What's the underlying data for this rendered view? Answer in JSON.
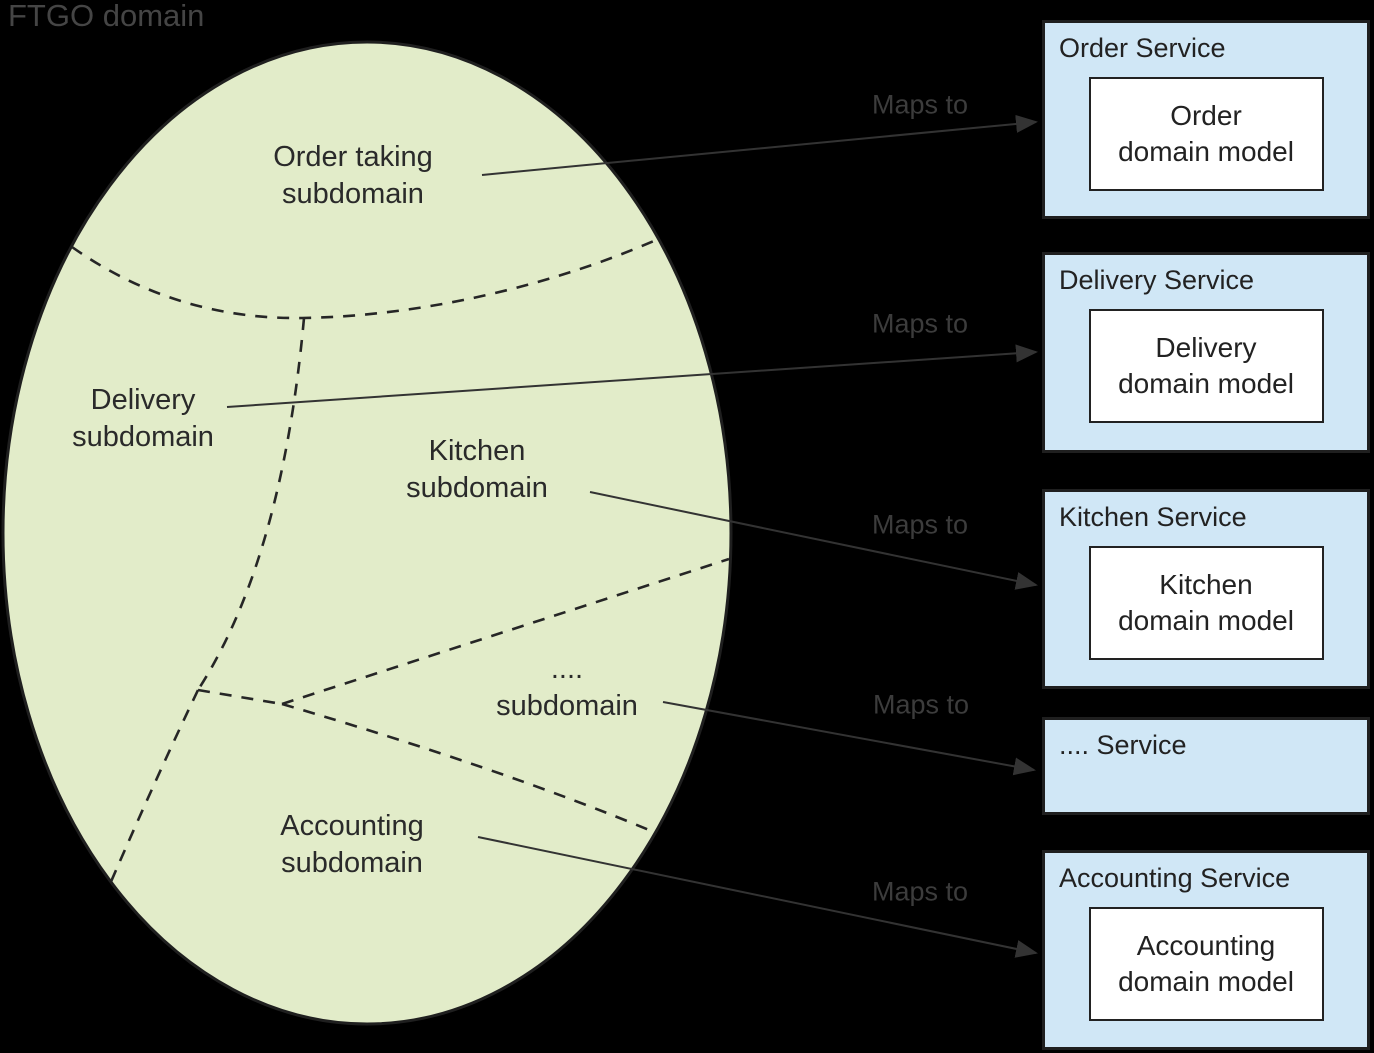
{
  "page": {
    "title": "FTGO domain"
  },
  "colors": {
    "background": "#000000",
    "ellipse_fill": "#e2ecc9",
    "ellipse_stroke": "#1f1f1f",
    "service_box_fill": "#d0e7f6",
    "service_box_stroke": "#1f1f1f",
    "model_box_fill": "#ffffff",
    "arrow_line": "#333333",
    "dashed_line": "#262626",
    "text_dark": "#2a2a2a",
    "text_dim": "#3c3c3c"
  },
  "maps_to": "Maps to",
  "domain": {
    "label": "FTGO domain",
    "subdomains": [
      {
        "name": "Order taking subdomain",
        "line1": "Order taking",
        "line2": "subdomain"
      },
      {
        "name": "Delivery subdomain",
        "line1": "Delivery",
        "line2": "subdomain"
      },
      {
        "name": "Kitchen subdomain",
        "line1": "Kitchen",
        "line2": "subdomain"
      },
      {
        "name": ".... subdomain",
        "line1": "....",
        "line2": "subdomain"
      },
      {
        "name": "Accounting subdomain",
        "line1": "Accounting",
        "line2": "subdomain"
      }
    ]
  },
  "services": [
    {
      "title": "Order Service",
      "model_line1": "Order",
      "model_line2": "domain model"
    },
    {
      "title": "Delivery Service",
      "model_line1": "Delivery",
      "model_line2": "domain model"
    },
    {
      "title": "Kitchen Service",
      "model_line1": "Kitchen",
      "model_line2": "domain model"
    },
    {
      "title": ".... Service"
    },
    {
      "title": "Accounting Service",
      "model_line1": "Accounting",
      "model_line2": "domain model"
    }
  ]
}
